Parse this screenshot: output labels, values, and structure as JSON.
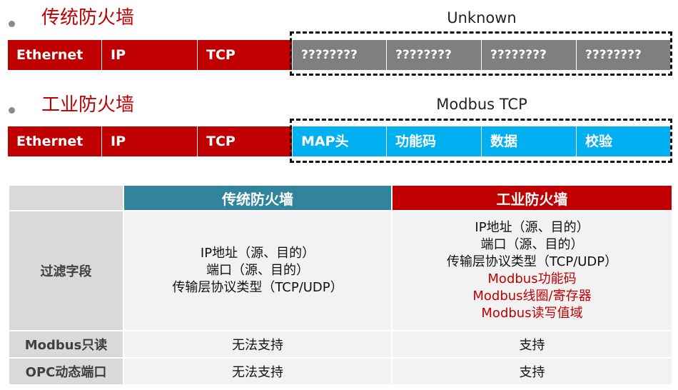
{
  "section1": {
    "title": "传统防火墙",
    "payload_label": "Unknown",
    "header_fields": [
      "Ethernet",
      "IP",
      "TCP"
    ],
    "payload_fields": [
      "????????",
      "????????",
      "????????",
      "????????"
    ]
  },
  "section2": {
    "title": "工业防火墙",
    "payload_label": "Modbus TCP",
    "header_fields": [
      "Ethernet",
      "IP",
      "TCP"
    ],
    "payload_fields": [
      "MAP头",
      "功能码",
      "数据",
      "校验"
    ]
  },
  "table": {
    "columns": [
      "传统防火墙",
      "工业防火墙"
    ],
    "rows": [
      {
        "label": "过滤字段",
        "traditional": [
          "IP地址（源、目的）",
          "端口（源、目的）",
          "传输层协议类型（TCP/UDP）"
        ],
        "industrial": [
          "IP地址（源、目的）",
          "端口（源、目的）",
          "传输层协议类型（TCP/UDP）"
        ],
        "industrial_extra": [
          "Modbus功能码",
          "Modbus线圈/寄存器",
          "Modbus读写值域"
        ]
      },
      {
        "label": "Modbus只读",
        "traditional": "无法支持",
        "industrial": "支持"
      },
      {
        "label": "OPC动态端口",
        "traditional": "无法支持",
        "industrial": "支持"
      }
    ]
  },
  "colors": {
    "red": "#c00000",
    "gray": "#7f7f7f",
    "blue": "#00b0f0",
    "teal": "#31849b",
    "label_bg": "#d9d9d9",
    "body_bg": "#f2f2f2"
  }
}
